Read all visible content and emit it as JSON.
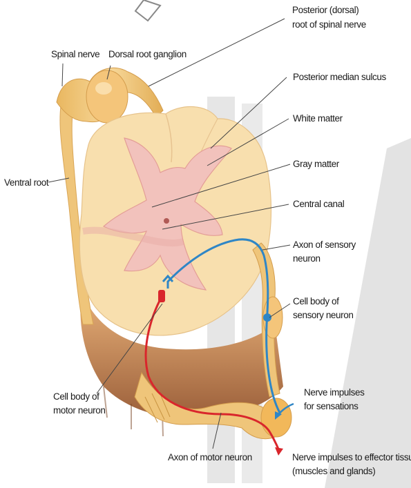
{
  "labels": {
    "posterior_root_line1": "Posterior (dorsal)",
    "posterior_root_line2": "root of spinal nerve",
    "spinal_nerve": "Spinal nerve",
    "dorsal_root_ganglion": "Dorsal root ganglion",
    "posterior_median_sulcus": "Posterior median sulcus",
    "white_matter": "White matter",
    "gray_matter": "Gray matter",
    "ventral_root": "Ventral root",
    "central_canal": "Central canal",
    "axon_sensory_line1": "Axon of sensory",
    "axon_sensory_line2": "neuron",
    "cell_body_sensory_line1": "Cell body of",
    "cell_body_sensory_line2": "sensory neuron",
    "cell_body_motor_line1": "Cell body of",
    "cell_body_motor_line2": "motor neuron",
    "nerve_impulses_sensations_line1": "Nerve impulses",
    "nerve_impulses_sensations_line2": "for sensations",
    "axon_motor": "Axon of motor neuron",
    "nerve_impulses_effector_line1": "Nerve impulses to effector tissues",
    "nerve_impulses_effector_line2": "(muscles and glands)"
  },
  "colors": {
    "white_matter": "#f6dcab",
    "gray_matter": "#f2c2bc",
    "nerve": "#f1c877",
    "sensory_axon": "#2f86c6",
    "motor_axon": "#d9262c",
    "leader_line": "#444444",
    "watermark": "#d8d8d8"
  }
}
